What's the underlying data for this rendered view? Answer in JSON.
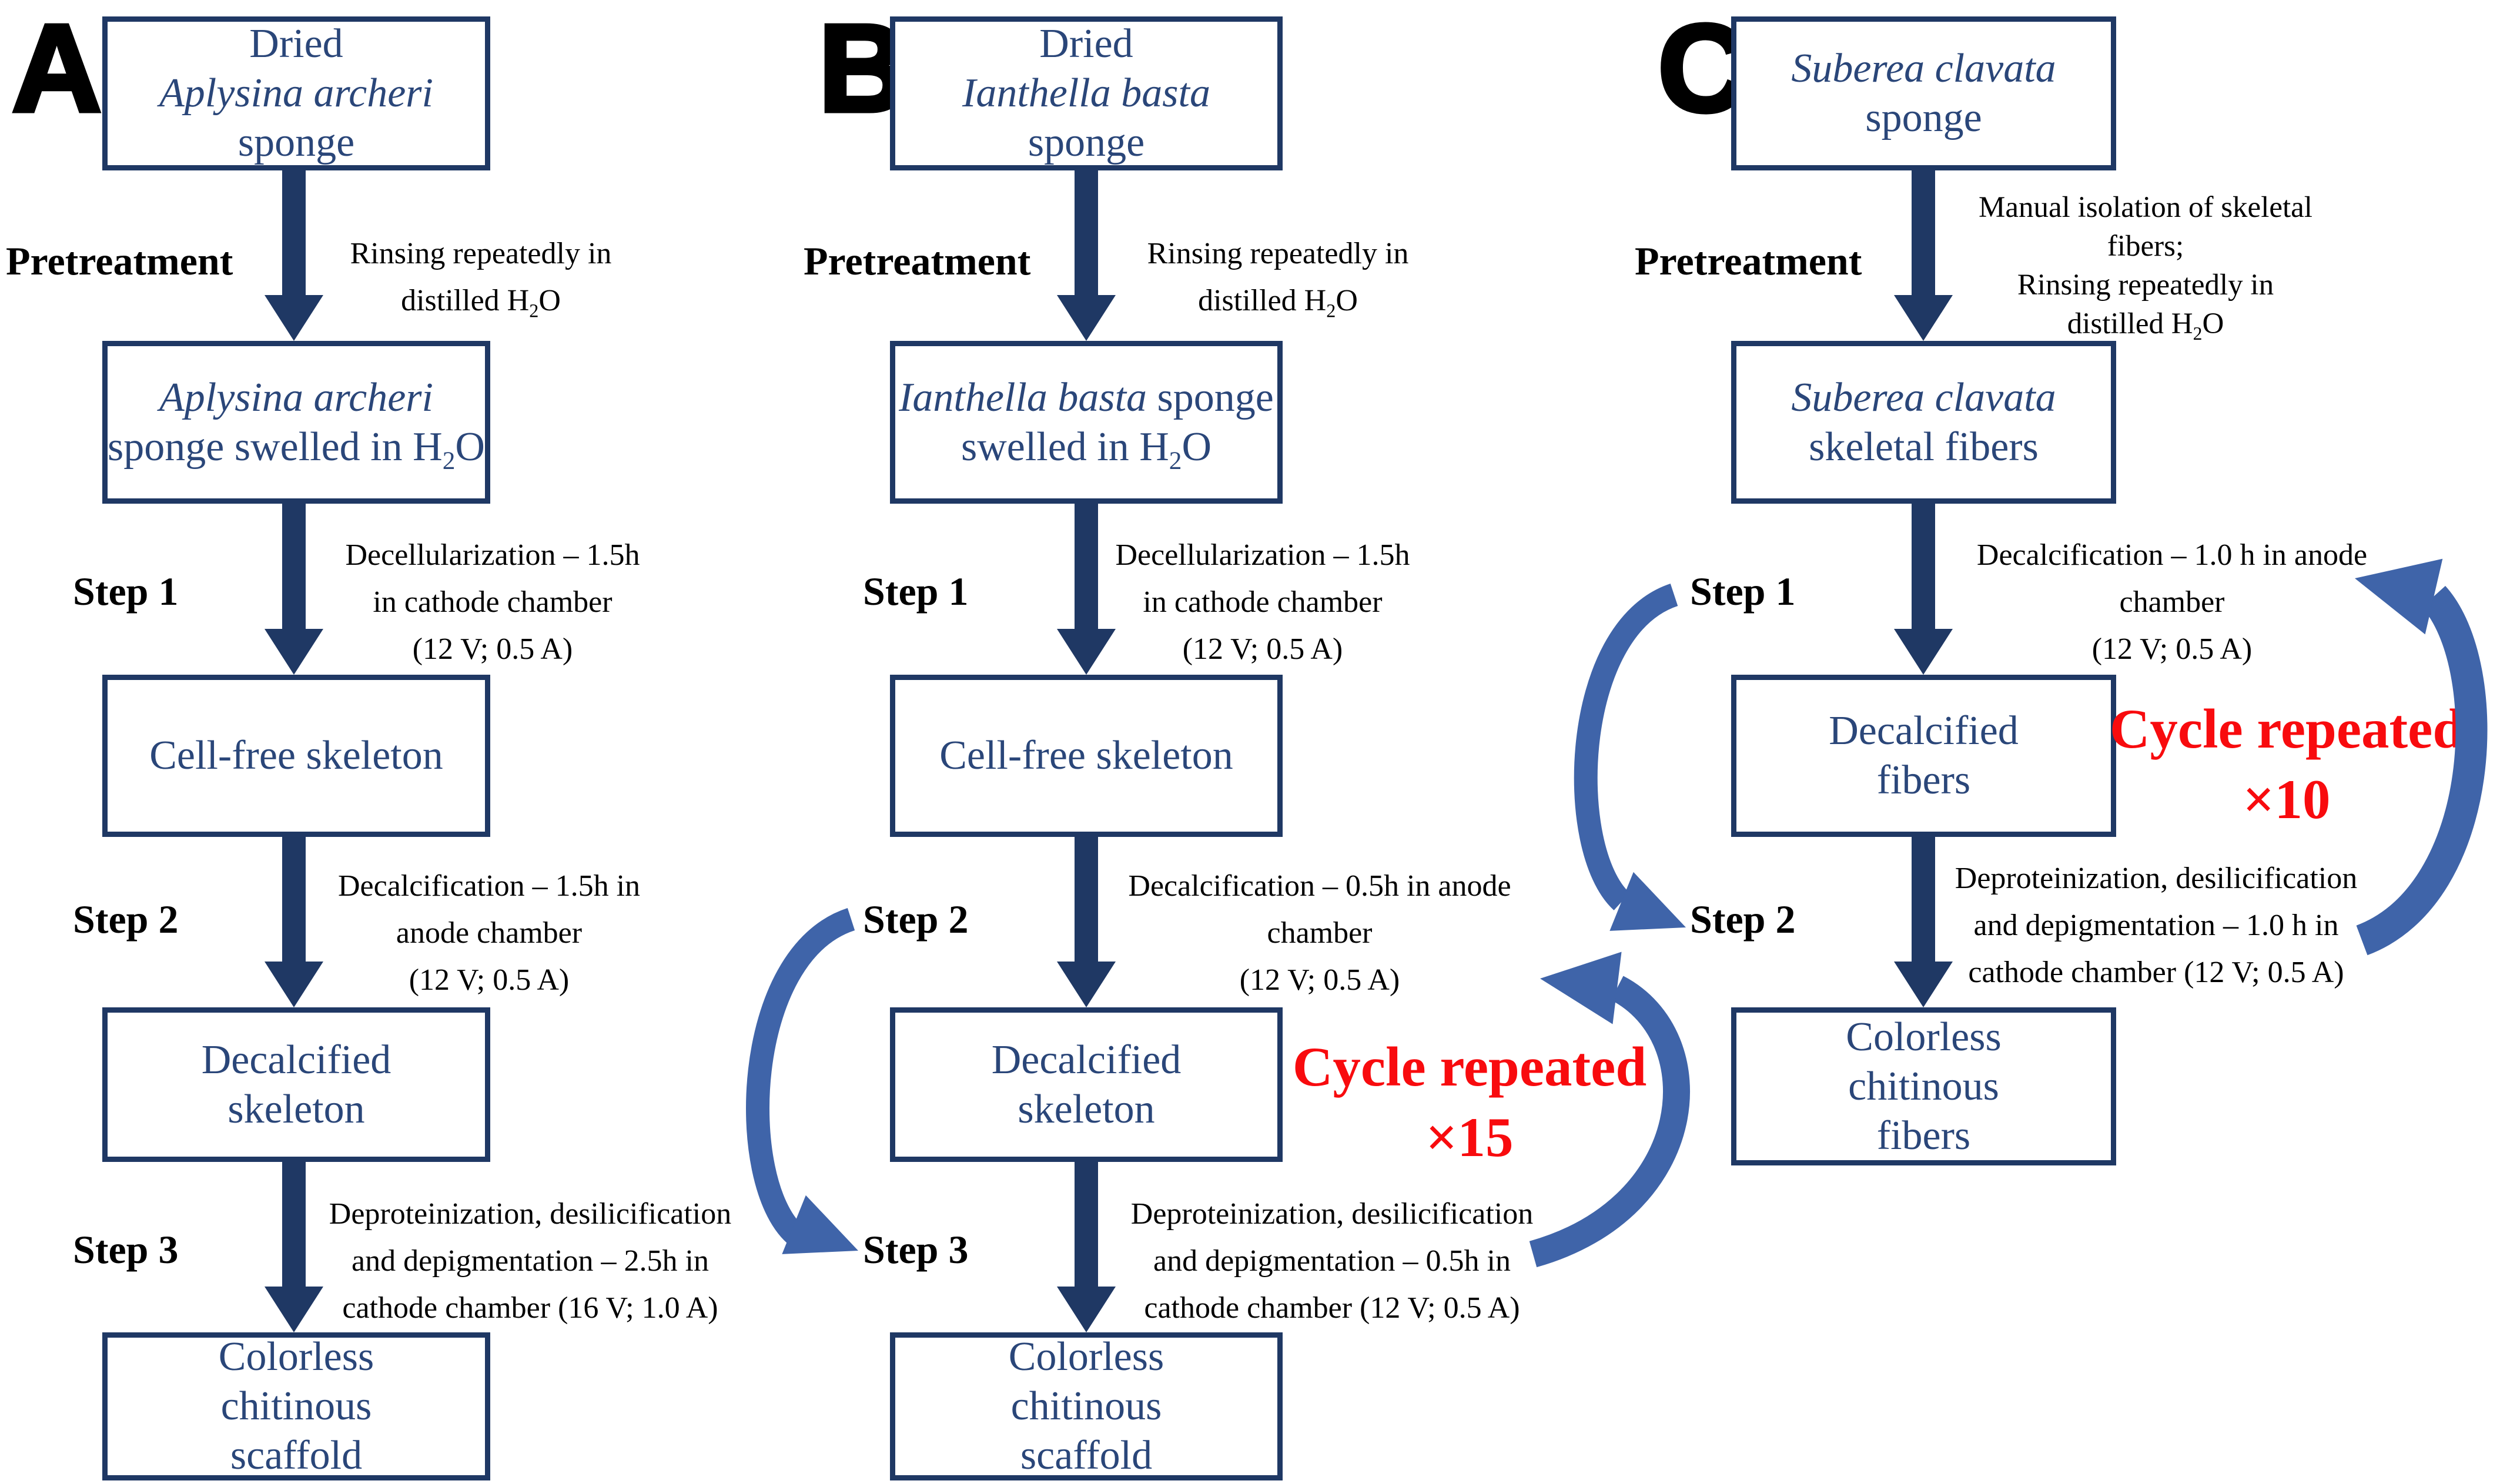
{
  "colors": {
    "box_border": "#1F3864",
    "box_text": "#2A4679",
    "arrow": "#1F3864",
    "cycle_arrow": "#3F64A9",
    "red": "#F80B0E",
    "label": "#000000"
  },
  "colA": {
    "letter": "A",
    "pre_label": "Pretreatment",
    "step1_label": "Step 1",
    "step2_label": "Step 2",
    "step3_label": "Step 3",
    "box1": {
      "l1": "Dried",
      "l2": "Aplysina archeri",
      "l3": "sponge"
    },
    "box2": {
      "l1": "Aplysina archeri",
      "l2a": "sponge swelled in H",
      "l2sub": "2",
      "l2b": "O"
    },
    "box3": {
      "l1": "Cell-free skeleton"
    },
    "box4": {
      "l1": "Decalcified",
      "l2": "skeleton"
    },
    "box5": {
      "l1": "Colorless",
      "l2": "chitinous",
      "l3": "scaffold"
    },
    "pre_ann": {
      "l1": "Rinsing repeatedly in",
      "l2a": "distilled H",
      "l2sub": "2",
      "l2b": "O"
    },
    "s1_ann": {
      "l1": "Decellularization – 1.5h",
      "l2": "in cathode chamber",
      "l3": "(12 V; 0.5 A)"
    },
    "s2_ann": {
      "l1": "Decalcification – 1.5h in",
      "l2": "anode chamber",
      "l3": "(12 V; 0.5 A)"
    },
    "s3_ann": {
      "l1": "Deproteinization, desilicification",
      "l2": "and depigmentation – 2.5h in",
      "l3": "cathode chamber (16 V; 1.0 A)"
    }
  },
  "colB": {
    "letter": "B",
    "pre_label": "Pretreatment",
    "step1_label": "Step 1",
    "step2_label": "Step 2",
    "step3_label": "Step 3",
    "box1": {
      "l1": "Dried",
      "l2": "Ianthella basta",
      "l3": "sponge"
    },
    "box2": {
      "l1i": "Ianthella basta",
      "l1r": " sponge",
      "l2a": "swelled in H",
      "l2sub": "2",
      "l2b": "O"
    },
    "box3": {
      "l1": "Cell-free skeleton"
    },
    "box4": {
      "l1": "Decalcified",
      "l2": "skeleton"
    },
    "box5": {
      "l1": "Colorless",
      "l2": "chitinous",
      "l3": "scaffold"
    },
    "pre_ann": {
      "l1": "Rinsing repeatedly in",
      "l2a": "distilled H",
      "l2sub": "2",
      "l2b": "O"
    },
    "s1_ann": {
      "l1": "Decellularization – 1.5h",
      "l2": "in cathode chamber",
      "l3": "(12 V; 0.5 A)"
    },
    "s2_ann": {
      "l1": "Decalcification – 0.5h in anode",
      "l2": "chamber",
      "l3": "(12 V; 0.5 A)"
    },
    "s3_ann": {
      "l1": "Deproteinization, desilicification",
      "l2": "and depigmentation – 0.5h in",
      "l3": "cathode chamber (12 V; 0.5 A)"
    },
    "cycle": {
      "l1": "Cycle repeated",
      "l2": "×15"
    }
  },
  "colC": {
    "letter": "C",
    "pre_label": "Pretreatment",
    "step1_label": "Step 1",
    "step2_label": "Step 2",
    "box1": {
      "l1": "Suberea clavata",
      "l2": "sponge"
    },
    "box2": {
      "l1": "Suberea clavata",
      "l2": "skeletal fibers"
    },
    "box3": {
      "l1": "Decalcified",
      "l2": "fibers"
    },
    "box4": {
      "l1": "Colorless",
      "l2": "chitinous",
      "l3": "fibers"
    },
    "pre_ann": {
      "l1": "Manual isolation of skeletal",
      "l2": "fibers;",
      "l3": "Rinsing repeatedly in",
      "l4a": "distilled H",
      "l4sub": "2",
      "l4b": "O"
    },
    "s1_ann": {
      "l1": "Decalcification – 1.0 h in anode",
      "l2": "chamber",
      "l3": "(12 V; 0.5 A)"
    },
    "s2_ann": {
      "l1": "Deproteinization, desilicification",
      "l2": "and depigmentation – 1.0 h in",
      "l3": "cathode chamber (12 V; 0.5 A)"
    },
    "cycle": {
      "l1": "Cycle repeated",
      "l2": "×10"
    }
  }
}
